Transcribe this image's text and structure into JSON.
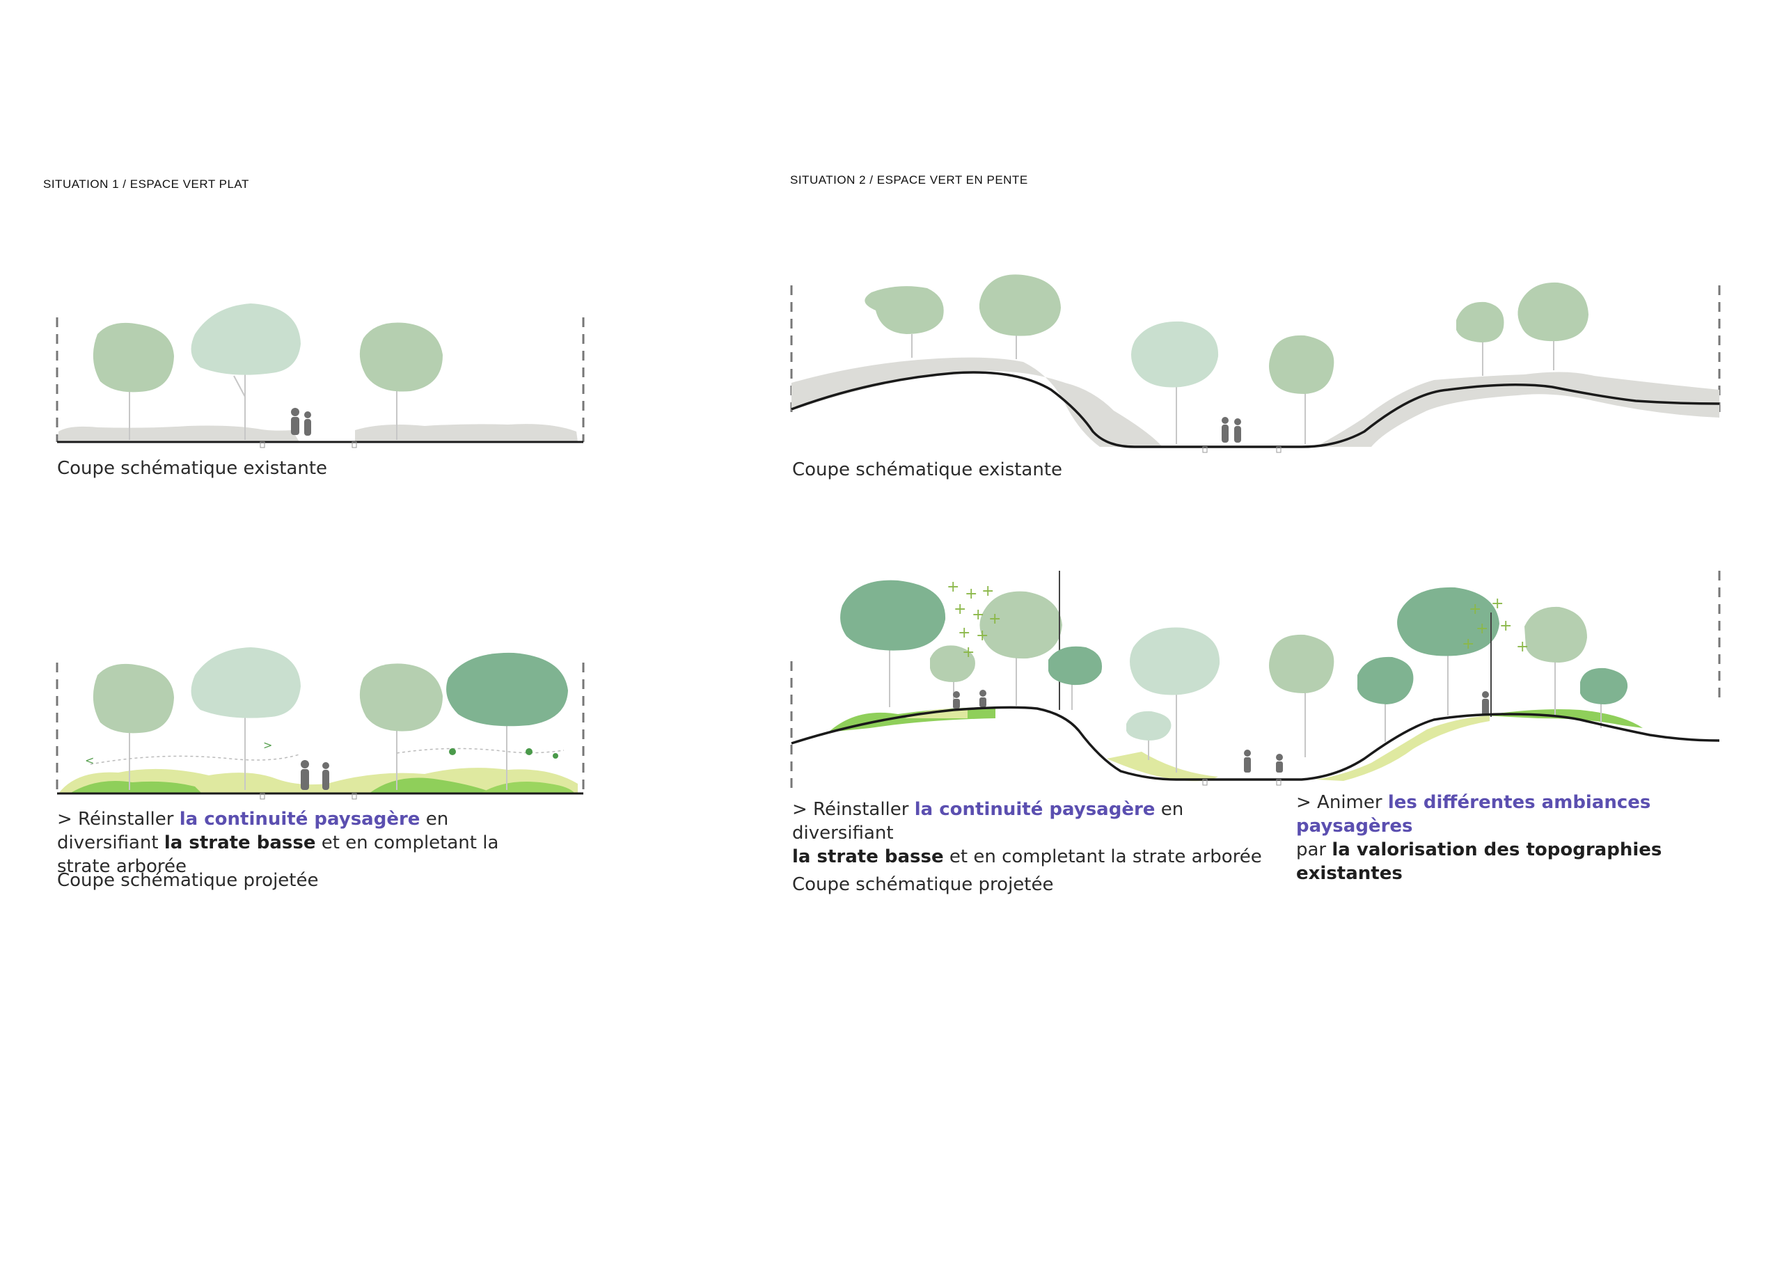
{
  "situation1": {
    "title": "SITUATION 1 / ESPACE VERT PLAT",
    "existing_caption": "Coupe schématique existante",
    "projected_caption": "Coupe schématique projetée",
    "projected_text": {
      "prefix": "> Réinstaller ",
      "highlight": "la continuité paysagère",
      "middle": " en diversifiant ",
      "bold": "la strate basse",
      "suffix": " et en completant la strate arborée"
    }
  },
  "situation2": {
    "title": "SITUATION 2 / ESPACE VERT EN PENTE",
    "existing_caption": "Coupe schématique existante",
    "projected_caption": "Coupe schématique projetée",
    "projected_text_left": {
      "prefix": "> Réinstaller ",
      "highlight": "la continuité paysagère",
      "middle": " en diversifiant",
      "bold": "la strate basse",
      "suffix": " et en completant la strate arborée"
    },
    "projected_text_right": {
      "prefix": "> Animer ",
      "highlight": "les différentes ambiances paysagères",
      "middle": "par ",
      "bold": "la valorisation des topographies existantes"
    }
  },
  "colors": {
    "highlight": "#5b4fb0",
    "tree_light": "#c9dfcf",
    "tree_mid": "#b5cfb0",
    "tree_dark": "#7fb391",
    "ground": "#1a1a1a",
    "soil_existing": "#dcdcd8",
    "shrub_yellow": "#dfe9a0",
    "shrub_green": "#8fcf5a",
    "person": "#6e6e6e",
    "sparkle": "#8cb84a"
  }
}
